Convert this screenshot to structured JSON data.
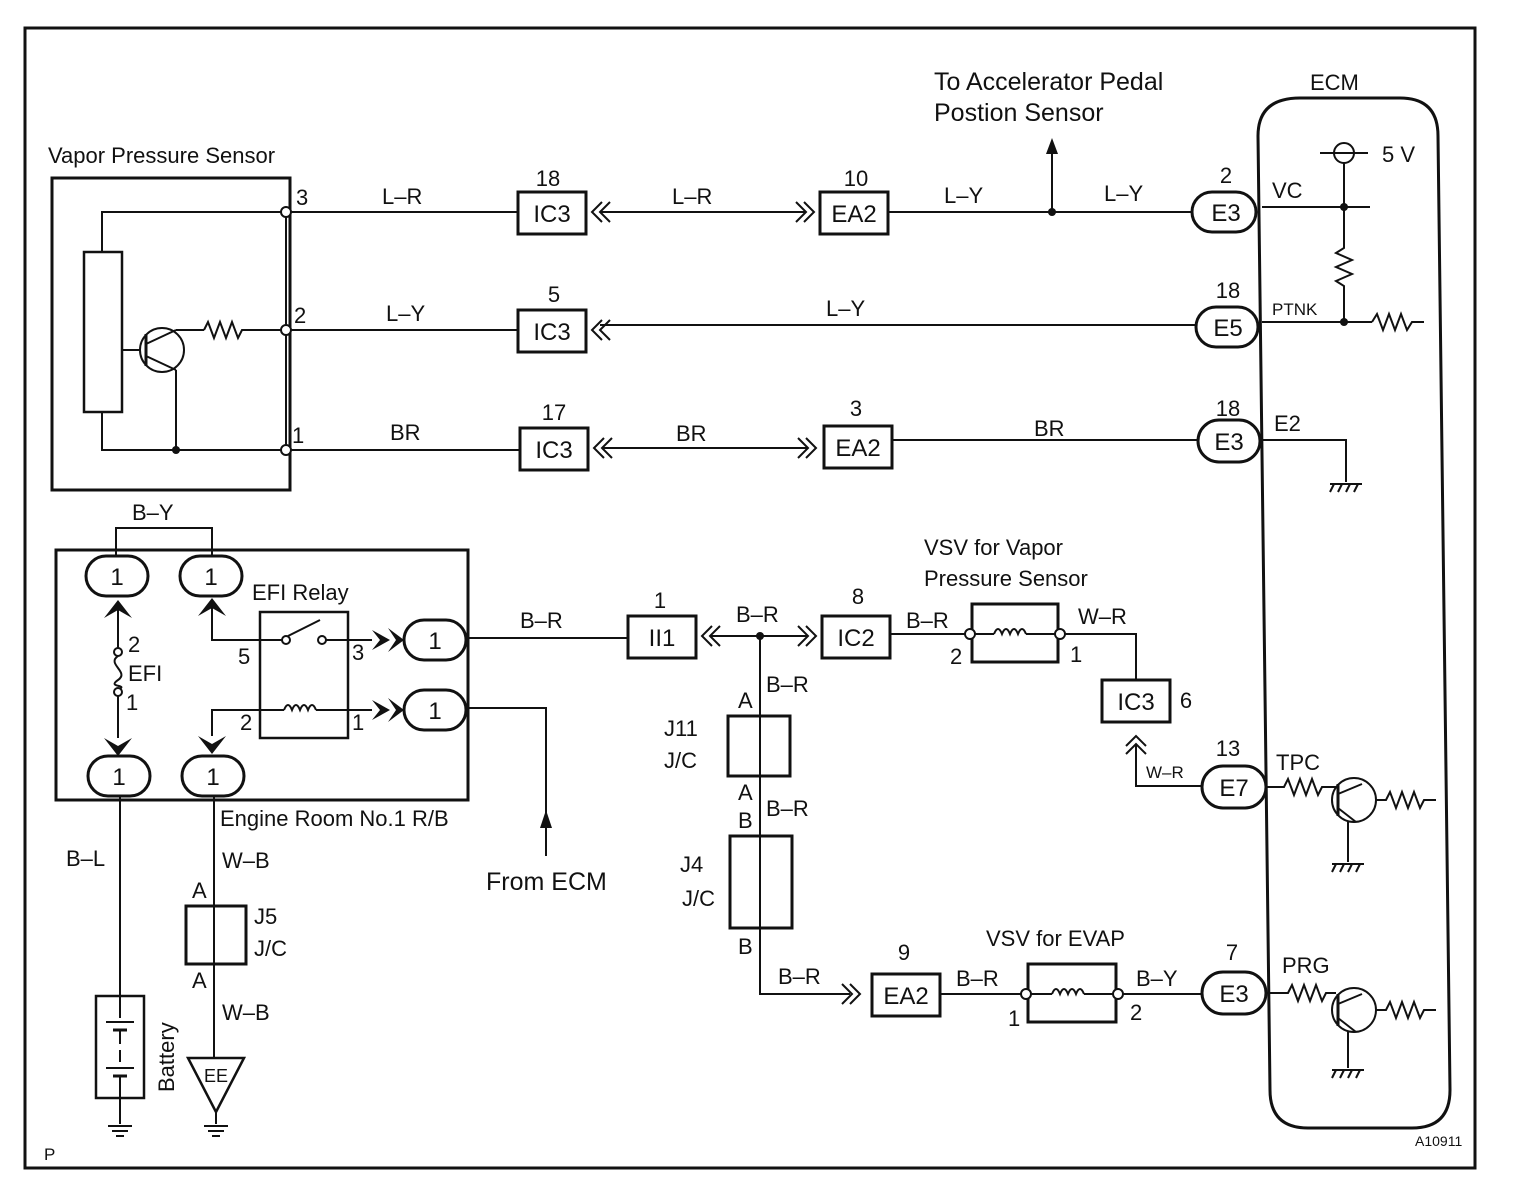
{
  "frame": {
    "corner_letter": "P",
    "figure_id": "A10911"
  },
  "components": {
    "vapor_pressure_sensor": "Vapor Pressure Sensor",
    "ecm": "ECM",
    "accelerator_note": [
      "To Accelerator Pedal",
      "Postion Sensor"
    ],
    "supply_5v": "5 V",
    "efi_relay": "EFI Relay",
    "efi_fuse": "EFI",
    "engine_room_rb": "Engine Room No.1 R/B",
    "from_ecm": "From ECM",
    "battery": "Battery",
    "ground_ee": "EE",
    "vsv_vapor": [
      "VSV for Vapor",
      "Pressure Sensor"
    ],
    "vsv_evap": "VSV for EVAP",
    "jc_j11": [
      "J11",
      "J/C"
    ],
    "jc_j4": [
      "J4",
      "J/C"
    ],
    "jc_j5": [
      "J5",
      "J/C"
    ]
  },
  "ecm_terminals": {
    "vc": "VC",
    "ptnk": "PTNK",
    "e2": "E2",
    "tpc": "TPC",
    "prg": "PRG"
  },
  "sensor_pins": {
    "p3": "3",
    "p2": "2",
    "p1": "1"
  },
  "wires": {
    "vc_left": "L–R",
    "vc_mid": "L–R",
    "vc_right1": "L–Y",
    "vc_right2": "L–Y",
    "ptnk_left": "L–Y",
    "ptnk_right": "L–Y",
    "e2_left": "BR",
    "e2_mid": "BR",
    "e2_right": "BR",
    "fuse_jumper": "B–Y",
    "relay_out": "B–R",
    "ii1_right": "B–R",
    "ic2_right": "B–R",
    "vsv_out": "W–R",
    "j11_top": "B–R",
    "j11_bottom": "B–R",
    "ea2_left": "B–R",
    "ea2_right": "B–R",
    "evap_out": "B–Y",
    "tpc_wire": "W–R",
    "battery_wire": "B–L",
    "ground_upper": "W–B",
    "ground_lower": "W–B"
  },
  "connectors": {
    "ic3_18": {
      "code": "IC3",
      "pin": "18"
    },
    "ea2_10": {
      "code": "EA2",
      "pin": "10"
    },
    "e3_2": {
      "code": "E3",
      "pin": "2"
    },
    "ic3_5": {
      "code": "IC3",
      "pin": "5"
    },
    "e5_18": {
      "code": "E5",
      "pin": "18"
    },
    "ic3_17": {
      "code": "IC3",
      "pin": "17"
    },
    "ea2_3": {
      "code": "EA2",
      "pin": "3"
    },
    "e3_18": {
      "code": "E3",
      "pin": "18"
    },
    "ii1_1": {
      "code": "II1",
      "pin": "1"
    },
    "ic2_8": {
      "code": "IC2",
      "pin": "8"
    },
    "ic3_6": {
      "code": "IC3",
      "pin": "6"
    },
    "e7_13": {
      "code": "E7",
      "pin": "13"
    },
    "ea2_9": {
      "code": "EA2",
      "pin": "9"
    },
    "e3_7": {
      "code": "E3",
      "pin": "7"
    }
  },
  "rb_pins": {
    "top_left": "1",
    "top_right": "1",
    "bottom_left": "1",
    "bottom_right": "1",
    "out_upper": "1",
    "out_lower": "1"
  },
  "relay_pins": {
    "p5": "5",
    "p3": "3",
    "p2": "2",
    "p1": "1"
  },
  "fuse_pins": {
    "p2": "2",
    "p1": "1"
  },
  "vsv_pins": {
    "vapor_left": "2",
    "vapor_right": "1",
    "evap_left": "1",
    "evap_right": "2"
  },
  "jc_pins": {
    "j11_top": "A",
    "j11_bottom": "A",
    "j4_top": "B",
    "j4_bottom": "B",
    "j5_top": "A",
    "j5_bottom": "A"
  }
}
